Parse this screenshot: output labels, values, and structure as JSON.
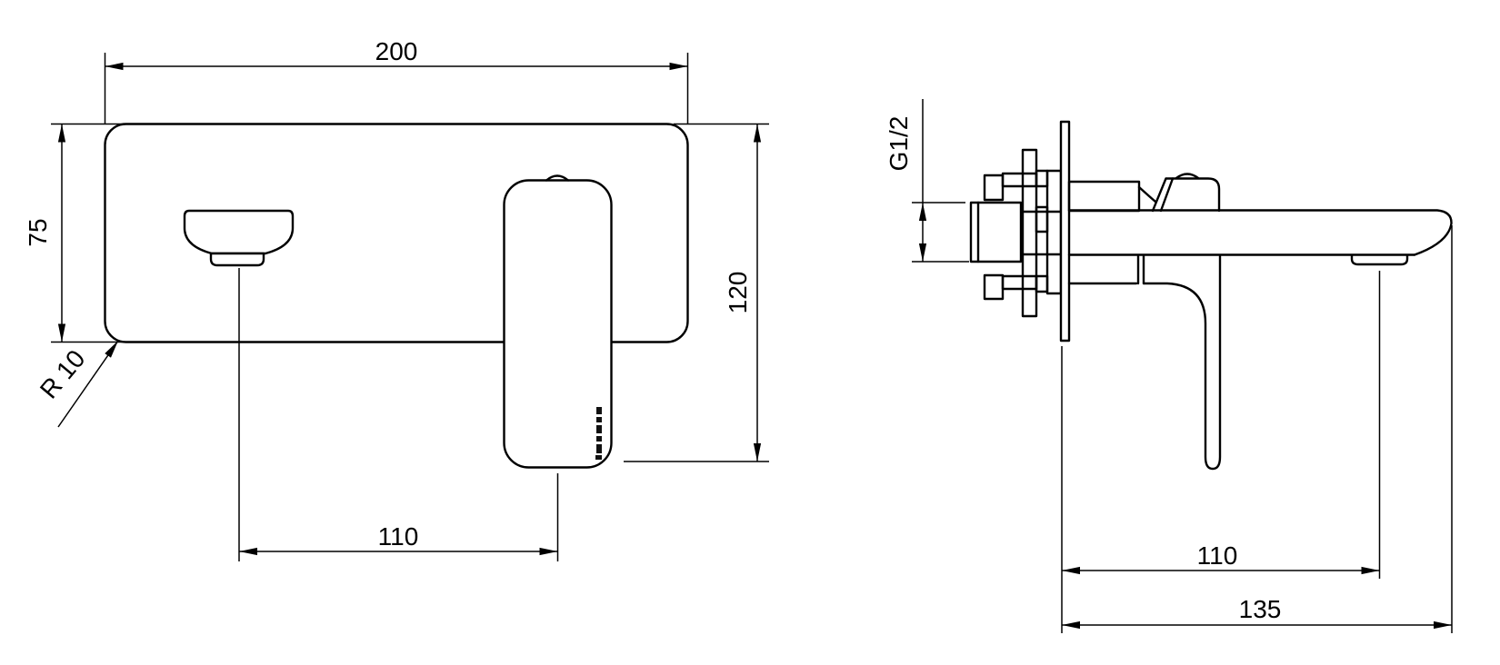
{
  "colors": {
    "line": "#000000",
    "background": "#ffffff"
  },
  "front_view": {
    "dim_width": "200",
    "dim_height_left": "75",
    "dim_corner_radius": "R 10",
    "dim_spout_to_handle": "110",
    "dim_height_right": "120"
  },
  "side_view": {
    "dim_thread": "G1/2",
    "dim_wall_to_aerator": "110",
    "dim_wall_to_spout_tip": "135"
  }
}
